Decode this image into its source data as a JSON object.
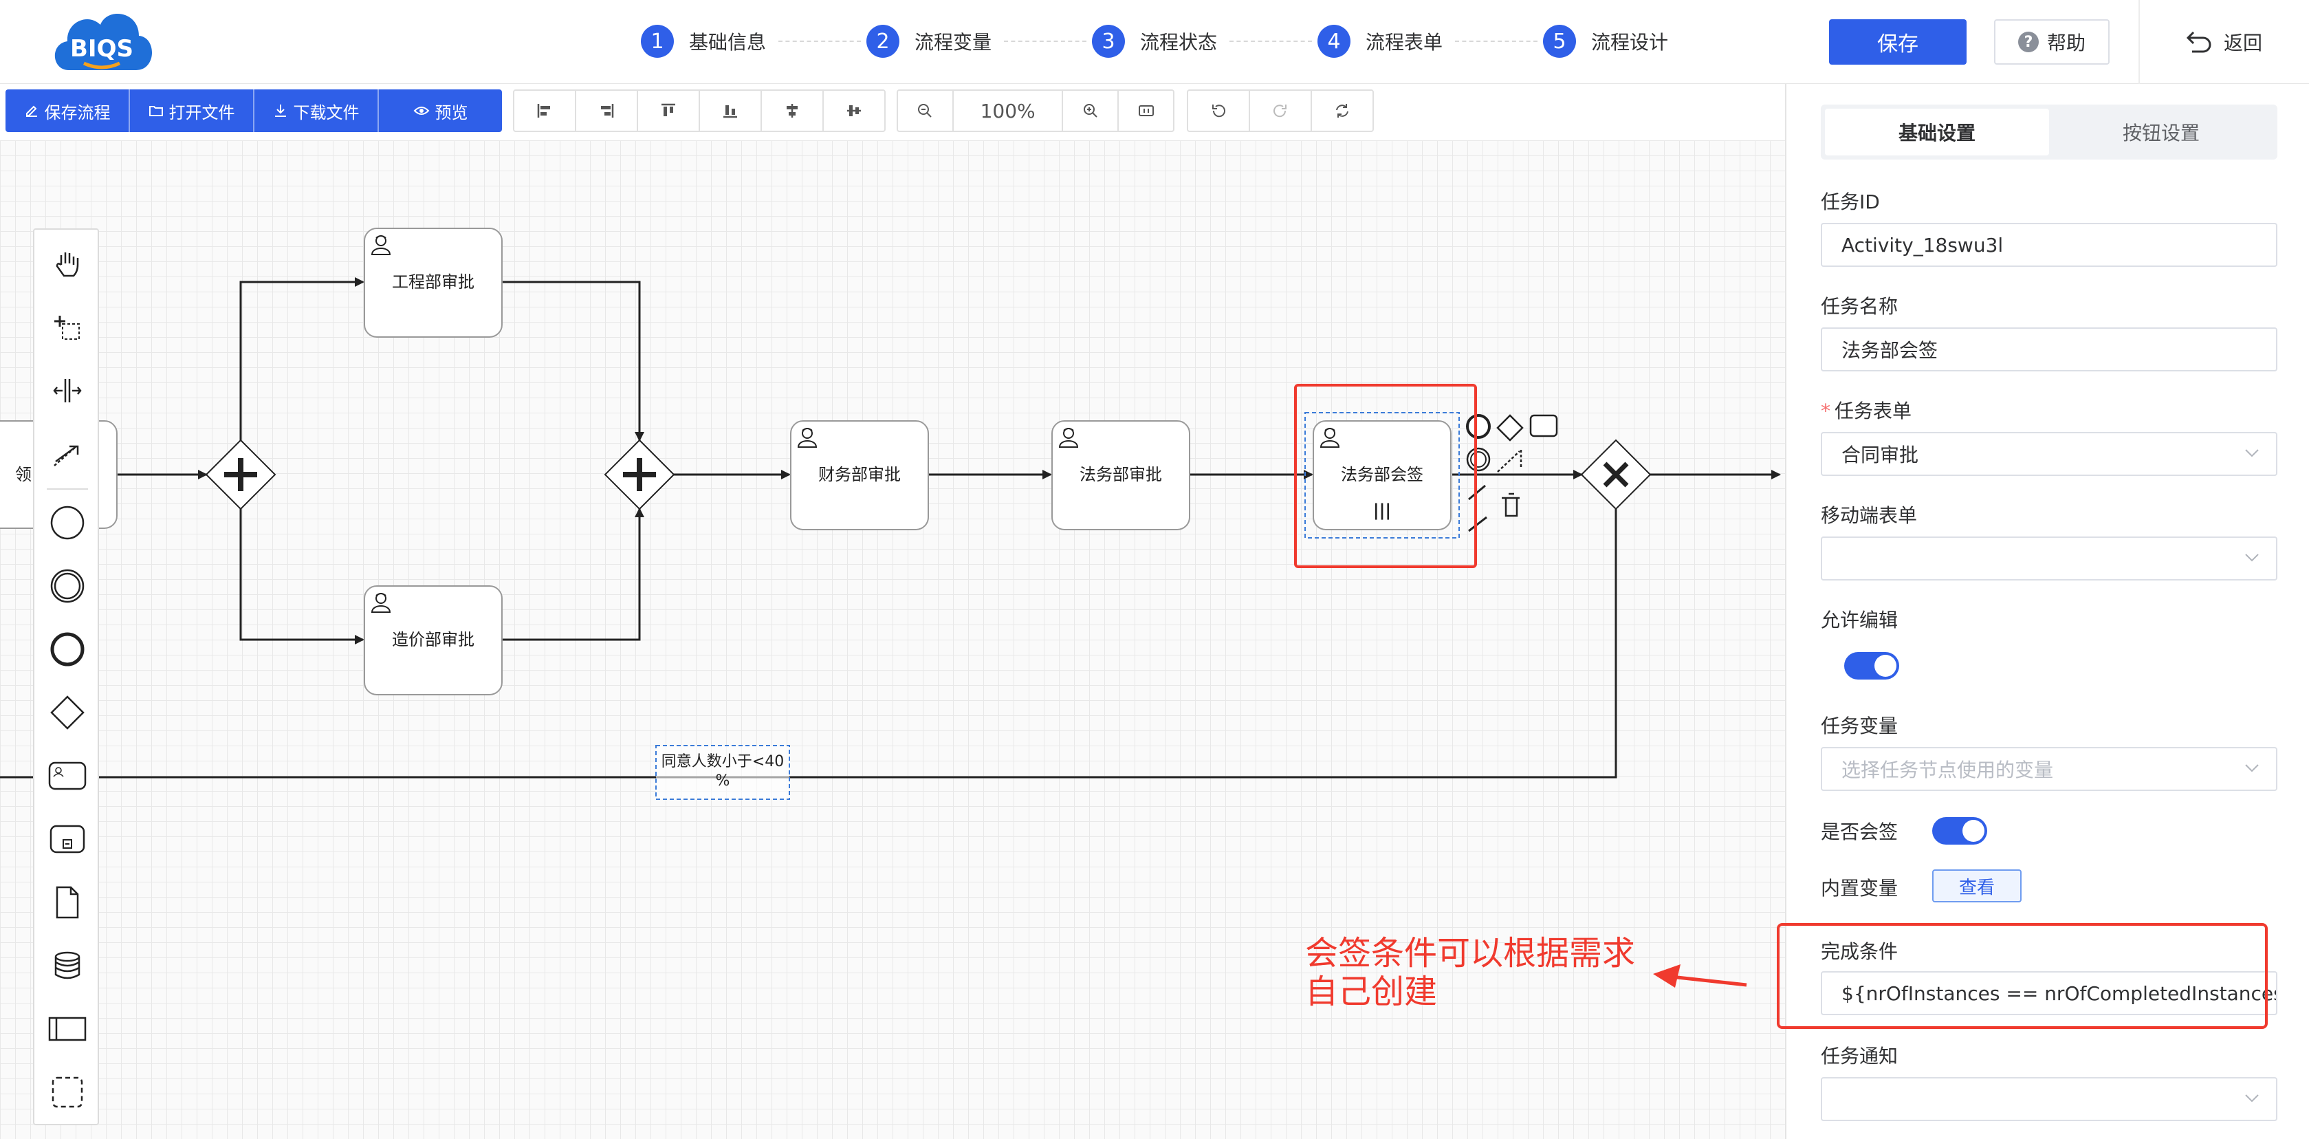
{
  "header": {
    "logo_text": "BIQS",
    "steps": [
      {
        "num": "1",
        "label": "基础信息"
      },
      {
        "num": "2",
        "label": "流程变量"
      },
      {
        "num": "3",
        "label": "流程状态"
      },
      {
        "num": "4",
        "label": "流程表单"
      },
      {
        "num": "5",
        "label": "流程设计"
      }
    ],
    "save_label": "保存",
    "help_label": "帮助",
    "back_label": "返回"
  },
  "toolbar": {
    "file_buttons": [
      "保存流程",
      "打开文件",
      "下载文件",
      "预览"
    ],
    "zoom_level": "100%"
  },
  "diagram": {
    "tasks": [
      "工程部审批",
      "造价部审批",
      "财务部审批",
      "法务部审批",
      "法务部会签",
      "领"
    ],
    "multi_instance_marker": "|||",
    "flow_label": "同意人数小于<40%"
  },
  "panel": {
    "tabs": [
      "基础设置",
      "按钮设置"
    ],
    "task_id_label": "任务ID",
    "task_id_value": "Activity_18swu3l",
    "task_name_label": "任务名称",
    "task_name_value": "法务部会签",
    "task_form_label": "任务表单",
    "task_form_required": "*",
    "task_form_value": "合同审批",
    "mobile_form_label": "移动端表单",
    "mobile_form_value": "",
    "allow_edit_label": "允许编辑",
    "allow_edit_on": true,
    "task_vars_label": "任务变量",
    "task_vars_placeholder": "选择任务节点使用的变量",
    "countersign_label": "是否会签",
    "countersign_on": true,
    "builtin_vars_label": "内置变量",
    "view_button": "查看",
    "completion_label": "完成条件",
    "completion_value": "${nrOfInstances == nrOfCompletedInstances}",
    "notify_label": "任务通知",
    "notify_value": ""
  },
  "annotation": {
    "text_line1": "会签条件可以根据需求",
    "text_line2": "自己创建",
    "color": "#f03a2e"
  },
  "colors": {
    "primary": "#2f5fe8",
    "annotation_red": "#f03a2e"
  }
}
